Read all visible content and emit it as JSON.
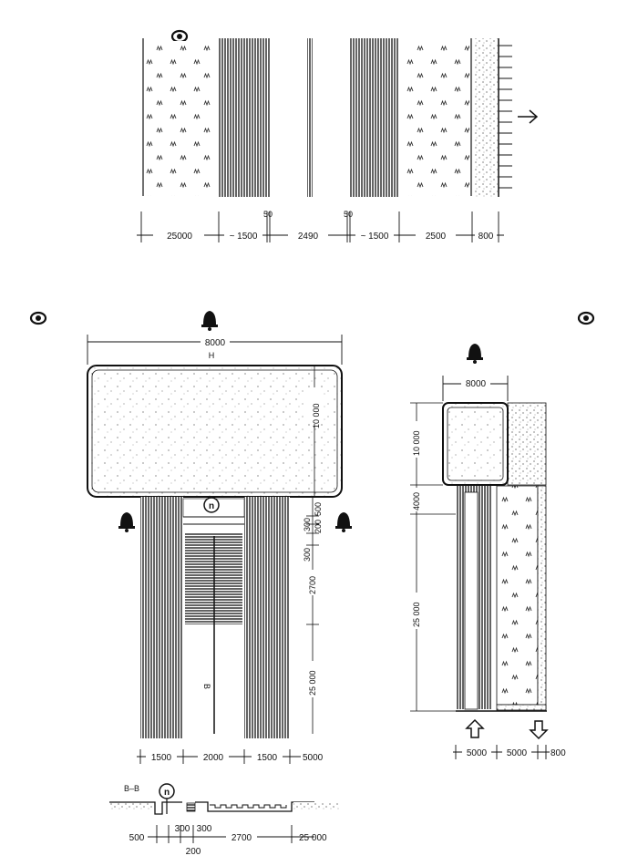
{
  "top_plan": {
    "dims": [
      "25000",
      "~ 1500",
      "2490",
      "~ 1500",
      "2500",
      "800"
    ],
    "small_dims": [
      "50",
      "50"
    ],
    "icons": [
      "eye-icon",
      "arrow-right-icon"
    ]
  },
  "front_view": {
    "width": "8000",
    "board_label": "H",
    "board_height": "10 000",
    "right_dims": [
      "500",
      "300",
      "200",
      "300",
      "2700",
      "25 000"
    ],
    "bottom_dims": [
      "1500",
      "2000",
      "1500",
      "5000"
    ],
    "marker": "n",
    "path_label": "B",
    "icons": [
      "eye-icon",
      "bell-icon"
    ]
  },
  "side_view": {
    "width": "8000",
    "left_dims": [
      "10 000",
      "4000",
      "25 000"
    ],
    "bottom_dims": [
      "5000",
      "5000",
      "800"
    ],
    "icons": [
      "eye-icon",
      "bell-icon",
      "arrow-up-icon",
      "arrow-down-icon"
    ]
  },
  "section": {
    "title": "B–B",
    "marker": "n",
    "dims": [
      "500",
      "300",
      "300",
      "2700",
      "25 000"
    ],
    "dim_below": "200"
  }
}
